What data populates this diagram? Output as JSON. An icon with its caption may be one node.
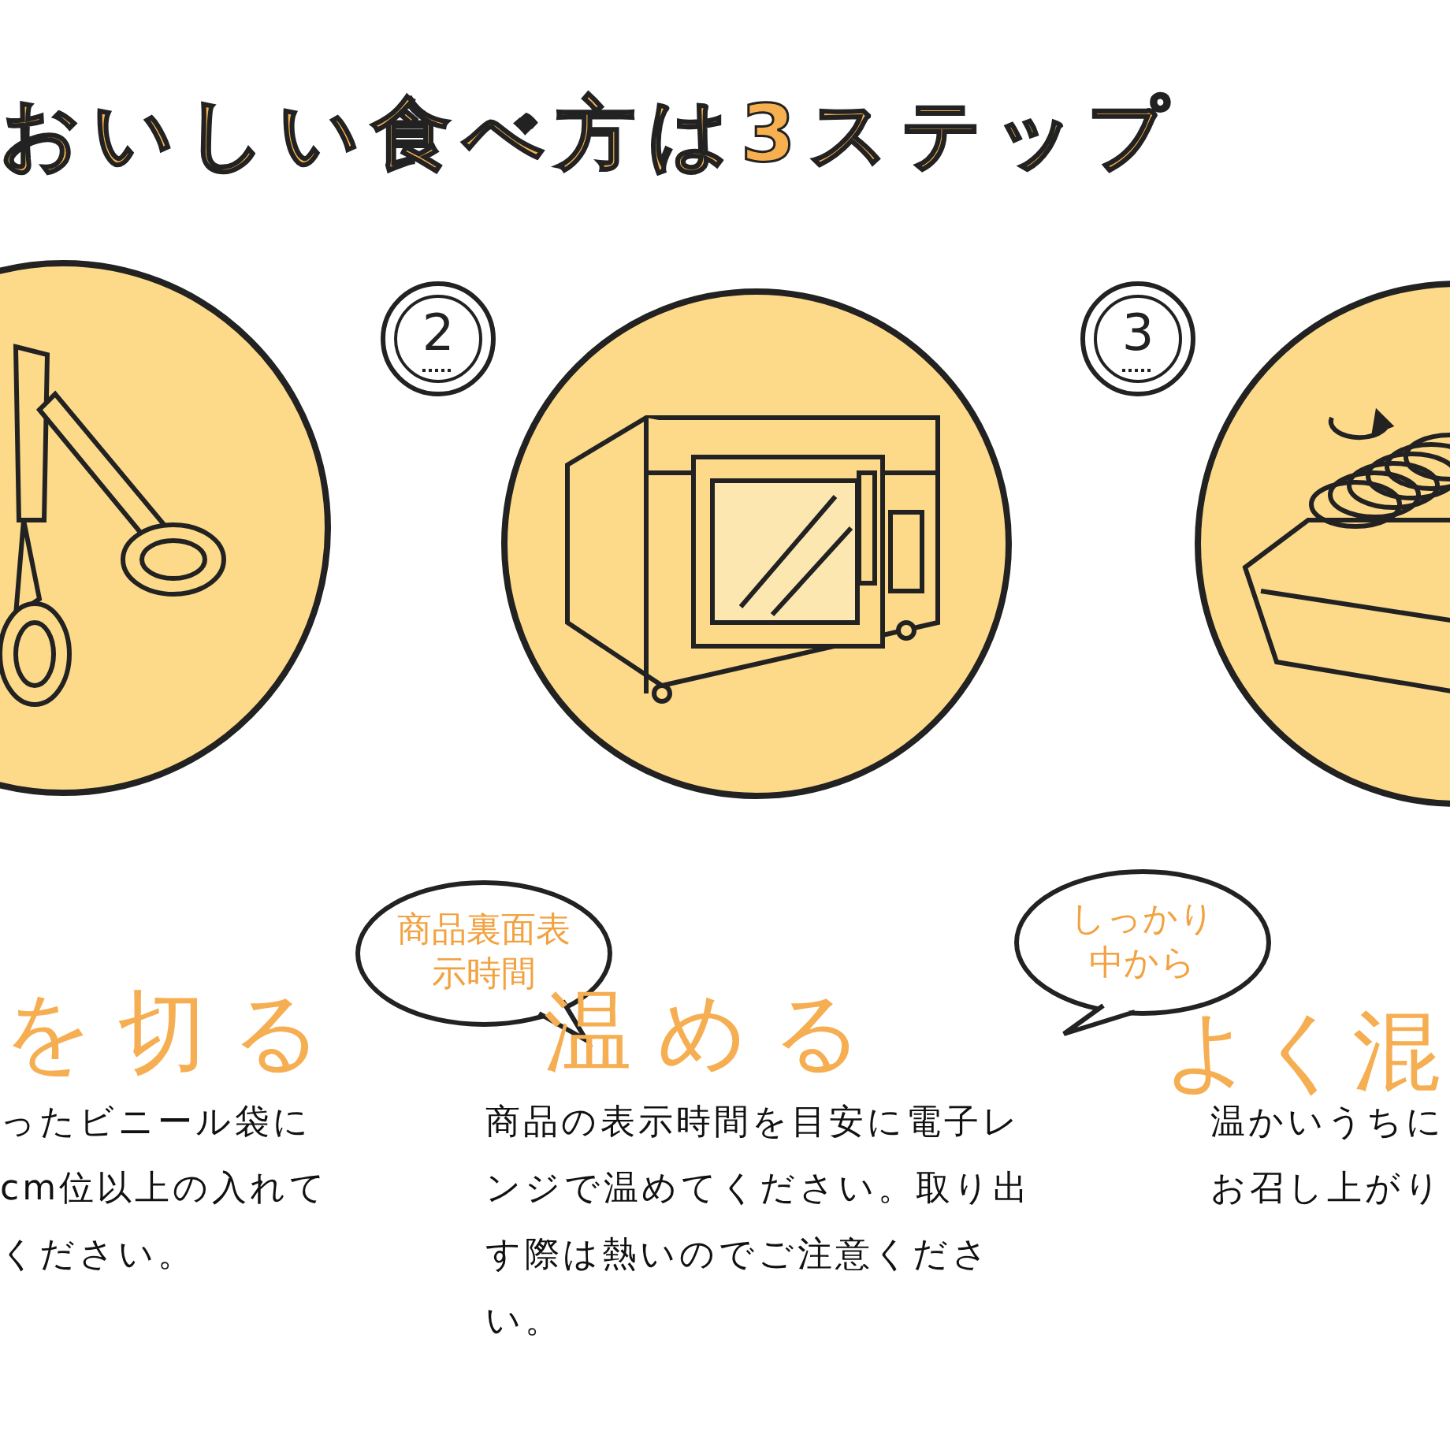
{
  "diagram": {
    "title": "おいしい食べ方は3ステップ",
    "nodes": [
      {
        "text": [
          "2"
        ]
      },
      {
        "text": [
          "3"
        ]
      },
      {
        "text": [
          "商品裏面表示時間"
        ]
      },
      {
        "text": [
          "しっかり中から"
        ]
      }
    ],
    "labels": [
      "を切る",
      "ったビニール袋にcm位以上の入れてください。",
      "温める",
      "商品の表示時間を目安に電子レンジで温めてください。取り出す際は熱いのでご注意ください。",
      "よく混",
      "温かいうちにお召し上がり"
    ]
  }
}
